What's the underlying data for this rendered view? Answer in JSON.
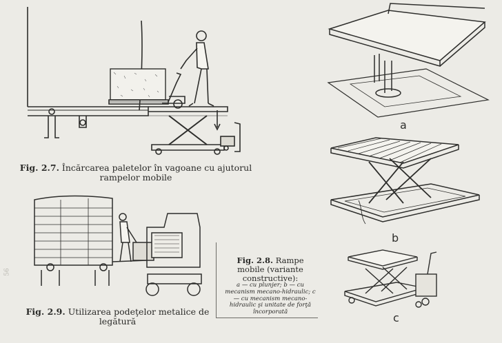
{
  "fig27": {
    "number": "Fig. 2.7.",
    "caption": "Încărcarea paletelor în vagoane cu ajutorul rampelor mobile"
  },
  "fig28": {
    "number": "Fig. 2.8.",
    "title": "Rampe mobile (variante constructive):",
    "legend": "a — cu plunjer; b — cu mecanism mecano-hidraulic; c — cu mecanism mecano-hidraulic şi unitate de forţă încorporată",
    "sublabels": [
      "a",
      "b",
      "c"
    ]
  },
  "fig29": {
    "number": "Fig. 2.9.",
    "caption": "Utilizarea podeţelor metalice de legătură"
  },
  "page_number": "56"
}
